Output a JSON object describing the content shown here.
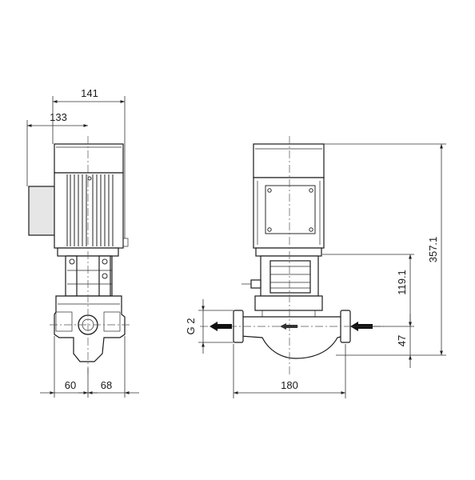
{
  "dimensions": {
    "width_141": "141",
    "width_133": "133",
    "left_60": "60",
    "right_68": "68",
    "length_180": "180",
    "height_357_1": "357.1",
    "height_119_1": "119.1",
    "height_47": "47",
    "port_g2": "G 2"
  },
  "colors": {
    "line": "#1a1a1a",
    "terminal_box_fill": "#e6e6e6",
    "background": "#ffffff"
  },
  "icons": {
    "flow_arrow_outlet": "flow-arrow-left-icon",
    "flow_arrow_inlet": "flow-arrow-left-icon"
  }
}
